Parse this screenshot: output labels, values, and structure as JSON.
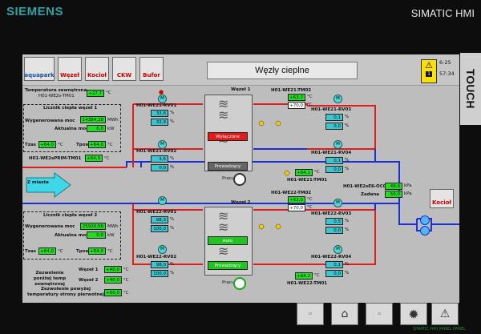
{
  "header": {
    "brand": "SIEMENS",
    "product": "SIMATIC HMI",
    "side_label": "TOUCH"
  },
  "topbar": {
    "title": "Węzły cieplne",
    "logo_text": "aquapark",
    "nav": [
      "Węzeł",
      "Kocioł",
      "CKW",
      "Bufor"
    ],
    "date_fragment": "6-25",
    "time_fragment": "57:34",
    "alarm_count": "1"
  },
  "left": {
    "temp_ext_label": "Temperatura zewnętrzna",
    "temp_ext_tag": "H01-WE2s-TM01",
    "temp_ext_value": "+27,7",
    "deg": "°C",
    "meter1": {
      "title": "Licznik ciepła węzeł 1",
      "gen_label": "Wygenerowana moc",
      "gen_value": "14384,38",
      "gen_unit": "MWh",
      "power_label": "Aktualna moc",
      "power_value": "0,0",
      "power_unit": "kW",
      "tzas_label": "Tzas",
      "tzas_value": "+64,0",
      "tpow_label": "Tpow",
      "tpow_value": "+64,0"
    },
    "prim_tag": "H01-WE2sPRIM-TM01",
    "prim_value": "+64,3",
    "from_city": "Z miasta",
    "meter2": {
      "title": "Licznik ciepła węzeł 2",
      "gen_label": "Wygenerowana moc",
      "gen_value": "25920,56",
      "gen_unit": "MWh",
      "power_label": "Aktualna moc",
      "power_value": "0,0",
      "power_unit": "kW",
      "tzas_label": "Tzas",
      "tzas_value": "+64,0",
      "tpow_label": "Tpow",
      "tpow_value": "+64,0"
    },
    "w1_label": "Węzeł 1",
    "w1_value": "+40,0",
    "w2_label": "Węzeł 2",
    "w2_value": "+40,0",
    "perm_label": "Zezwolenie poniżej temp zewnętrznej",
    "above_label": "Zezwolenie powyżej temperatury strony pierwotnej",
    "above_value": "+60,0"
  },
  "node1": {
    "title": "Węzeł 1",
    "rv01_tag": "H01-WE21-RV01",
    "rv01_a": "32,6",
    "rv01_b": "32,9",
    "rv02_tag": "H01-WE21-RV02",
    "rv02_a": "3,6",
    "rv02_b": "0,0",
    "state": "Wyłączone",
    "mode": "Prowadzący",
    "work": "Pracuje",
    "tm02_tag": "H01-WE21-TM02",
    "tm02_a": "+63,2",
    "tm02_b": "+70,0",
    "rv03_tag": "H01-WE21-RV03",
    "rv03_a": "0,1",
    "rv03_b": "0,0",
    "rv04_tag": "H01-WE21-RV04",
    "rv04_a": "0,1",
    "rv04_b": "0,0",
    "tm01_tag": "H01-WE21-TM01",
    "tm01_value": "+64,1"
  },
  "node2": {
    "title": "Węzeł 2",
    "rv01_tag": "H01-WE22-RV01",
    "rv01_a": "98,3",
    "rv01_b": "100,0",
    "rv02_tag": "H01-WE22-RV02",
    "rv02_a": "98,0",
    "rv02_b": "100,0",
    "state": "Auto",
    "mode": "Prowadzący",
    "work": "Pracuje",
    "tm02_tag": "H01-WE22-TM02",
    "tm02_a": "+62,0",
    "tm02_b": "+70,0",
    "rv03_tag": "H01-WE22-RV03",
    "rv03_a": "0,5",
    "rv03_b": "0,0",
    "rv04_tag": "H01-WE22-RV04",
    "rv04_a": "0,1",
    "rv04_b": "0,0",
    "tm01_tag": "H01-WE22-TM01",
    "tm01_value": "+64,2"
  },
  "right": {
    "oc_tag": "H01-WE2sEK-OC01",
    "oc_value": "49,8",
    "oc_unit": "kPa",
    "zadana_label": "Zadana",
    "zadana_value": "50,0",
    "zadana_unit": "kPa",
    "kociol": "Kocioł"
  },
  "units": {
    "pct": "%"
  },
  "footer": {
    "credit": "SIMATIC HMI PANEL PANEL"
  },
  "colors": {
    "green": "#22dd22",
    "cyan": "#3cc4cf",
    "pipe_red": "#e41b1b",
    "pipe_blue": "#1a2fd6",
    "panel": "#bdbdbd"
  }
}
